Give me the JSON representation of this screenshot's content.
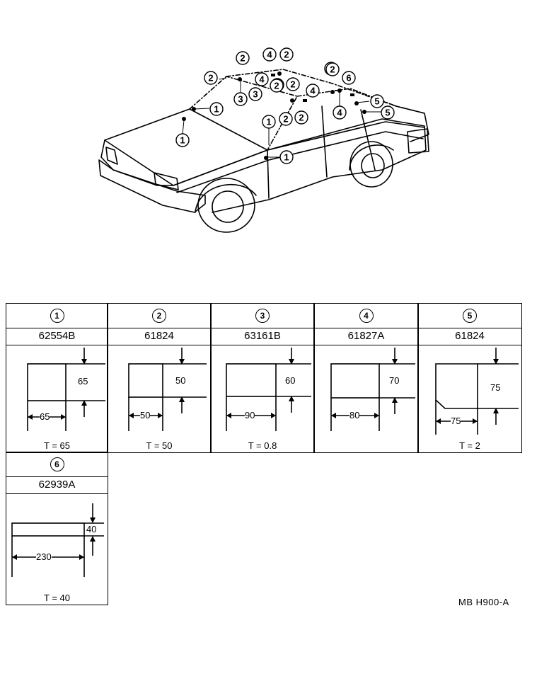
{
  "diagram": {
    "callouts": [
      "2",
      "4",
      "2",
      "2",
      "4",
      "2",
      "3",
      "3",
      "2",
      "1",
      "2",
      "1",
      "2",
      "4",
      "1",
      "1",
      "2",
      "4",
      "2",
      "6",
      "5",
      "5",
      "2"
    ],
    "cells": [
      {
        "id": "1",
        "part": "62554B",
        "height": "65",
        "width": "65",
        "t": "T = 65"
      },
      {
        "id": "2",
        "part": "61824",
        "height": "50",
        "width": "50",
        "t": "T = 50"
      },
      {
        "id": "3",
        "part": "63161B",
        "height": "60",
        "width": "90",
        "t": "T = 0.8"
      },
      {
        "id": "4",
        "part": "61827A",
        "height": "70",
        "width": "80",
        "t": ""
      },
      {
        "id": "5",
        "part": "61824",
        "height": "75",
        "width": "75",
        "t": "T = 2"
      },
      {
        "id": "6",
        "part": "62939A",
        "height": "40",
        "width": "230",
        "t": "T = 40"
      }
    ],
    "code": "MB  H900-A"
  }
}
